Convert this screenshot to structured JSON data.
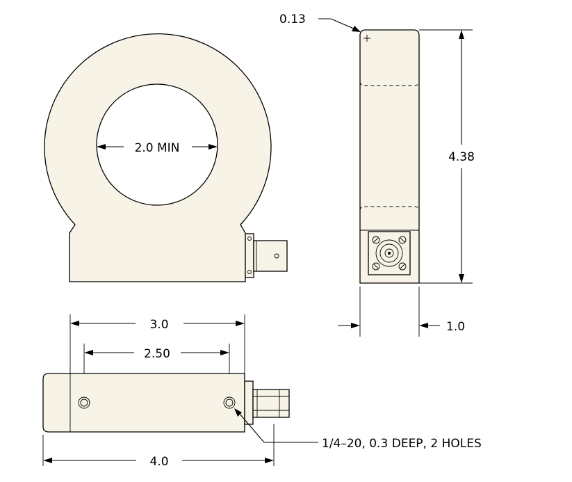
{
  "dimensions": {
    "inner_diameter": "2.0 MIN",
    "corner_radius": "0.13",
    "height": "4.38",
    "thickness": "1.0",
    "width": "3.0",
    "hole_spacing": "2.50",
    "length": "4.0",
    "hole_callout": "1/4–20, 0.3 DEEP, 2 HOLES"
  }
}
